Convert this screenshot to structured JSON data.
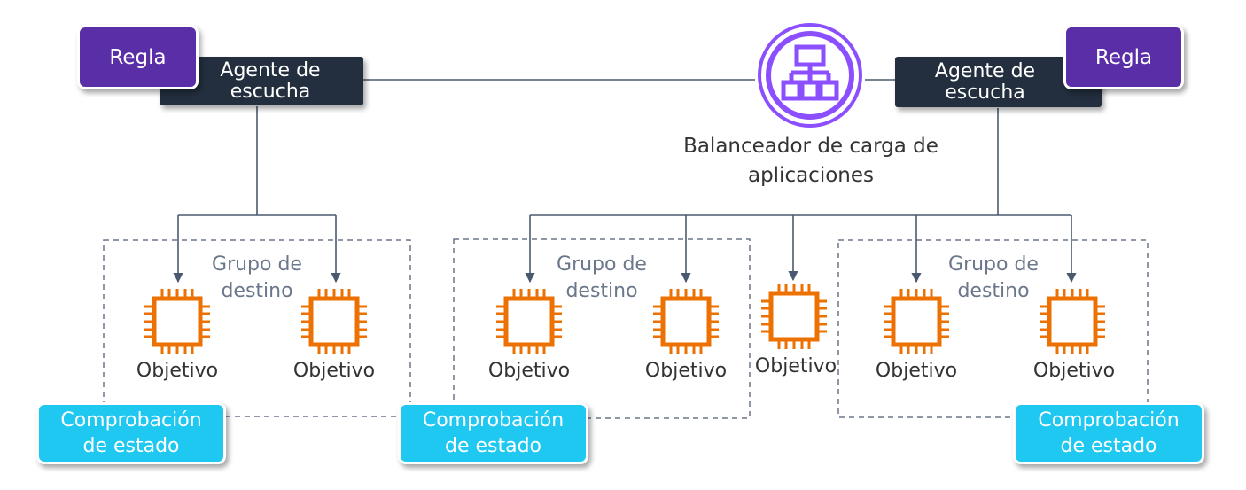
{
  "load_balancer": {
    "label": "Balanceador de carga de aplicaciones",
    "icon": "application-load-balancer-icon"
  },
  "listeners": [
    {
      "label": "Agente de escucha",
      "rule": "Regla"
    },
    {
      "label": "Agente de escucha",
      "rule": "Regla"
    }
  ],
  "target_groups": [
    {
      "label": "Grupo de destino",
      "targets": [
        "Objetivo",
        "Objetivo"
      ],
      "health_check": "Comprobación de estado"
    },
    {
      "label": "Grupo de destino",
      "targets": [
        "Objetivo",
        "Objetivo"
      ],
      "health_check": "Comprobación de estado"
    },
    {
      "label": "Grupo de destino",
      "targets": [
        "Objetivo",
        "Objetivo"
      ],
      "health_check": "Comprobación de estado"
    }
  ],
  "standalone_target": {
    "label": "Objetivo"
  },
  "colors": {
    "listener": "#232f3e",
    "rule": "#5a2ea6",
    "health_check": "#1fc8f0",
    "load_balancer": "#8c4fff",
    "instance": "#ed7100",
    "connector": "#4a5a6e",
    "group_border": "#6b778a"
  }
}
